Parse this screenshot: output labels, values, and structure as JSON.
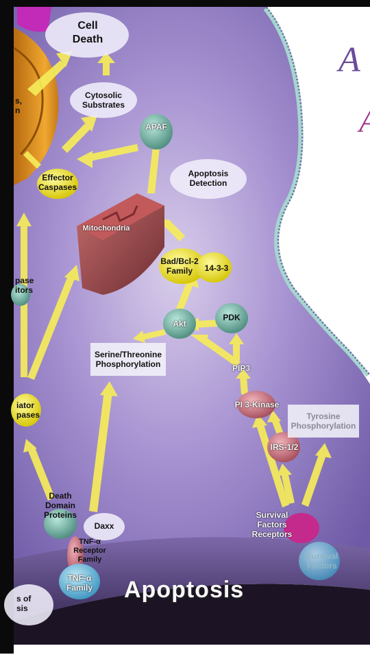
{
  "title": "Apoptosis",
  "corner_letters": [
    "A",
    "A"
  ],
  "labels": {
    "cell_death": "Cell\nDeath",
    "cytosolic_substrates": "Cytosolic\nSubstrates",
    "apaf": "APAF",
    "effector_caspases": "Effector\nCaspases",
    "apoptosis_detection": "Apoptosis\nDetection",
    "mitochondria": "Mitochondria",
    "bad_bcl2": "Bad/Bcl-2\nFamily",
    "fourteen_3_3": "14-3-3",
    "akt": "Akt",
    "pdk": "PDK",
    "serine_threonine": "Serine/Threonine\nPhosphorylation",
    "pip3": "PIP3",
    "pi3_kinase": "PI 3-Kinase",
    "tyrosine": "Tyrosine\nPhosphorylation",
    "irs": "IRS-1/2",
    "survival_receptors": "Survival\nFactors\nReceptors",
    "survival_factors": "Survival\nFactors",
    "death_domain": "Death\nDomain\nProteins",
    "daxx": "Daxx",
    "tnf_receptor": "TNF-α\nReceptor\nFamily",
    "tnf_family": "TNF-α\nFamily",
    "caspase_inhibitors_partial": "pase\nitors",
    "initiator_caspases_partial": "iator\npases",
    "top_left_partial": "s,\nn",
    "bottom_left_partial": "s of\nsis"
  },
  "colors": {
    "background": "#ffffff",
    "cytoplasm": "#9a86c8",
    "membrane": "#7d6aa8",
    "arrow": "#f6ec5a",
    "effector": "#f2e21e",
    "teal_protein": "#6fb0a0",
    "pink_protein": "#d07a86",
    "mitochondria": "#a4585a",
    "tnf_blue": "#5bb8e0",
    "survival_blue": "#8cc8dc",
    "title_accent": "#6a4c9a"
  }
}
